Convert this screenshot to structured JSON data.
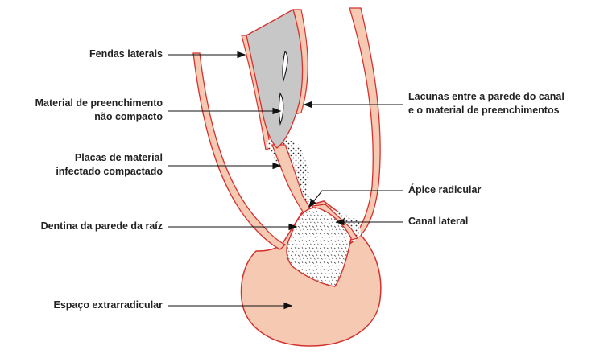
{
  "labels": {
    "fendas_laterais": "Fendas laterais",
    "material_nao_compacto_1": "Material de preenchimento",
    "material_nao_compacto_2": "não compacto",
    "placas_1": "Placas de material",
    "placas_2": "infectado compactado",
    "dentina": "Dentina da parede da raíz",
    "espaco": "Espaço extrarradicular",
    "lacunas_1": "Lacunas entre a parede do canal",
    "lacunas_2": "e o material de preenchimentos",
    "apice": "Ápice radicular",
    "canal_lateral": "Canal lateral"
  },
  "colors": {
    "tissue_fill": "#f6c9b2",
    "outline": "#d3322e",
    "filling_gray": "#c7c7c7",
    "text": "#222222",
    "arrow": "#111111"
  }
}
